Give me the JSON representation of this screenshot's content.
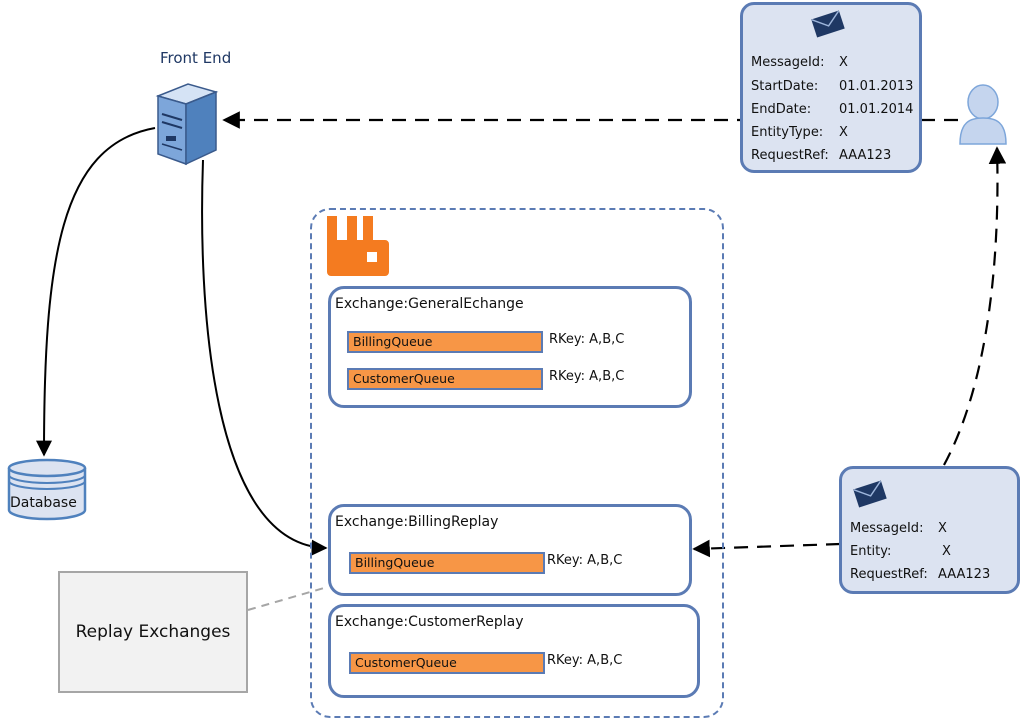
{
  "front_end": {
    "title": "Front End"
  },
  "database": {
    "label": "Database"
  },
  "request_message": {
    "fields": [
      {
        "key": "MessageId:",
        "value": "X"
      },
      {
        "key": "StartDate:",
        "value": "01.01.2013"
      },
      {
        "key": "EndDate:",
        "value": "01.01.2014"
      },
      {
        "key": "EntityType:",
        "value": "X"
      },
      {
        "key": "RequestRef:",
        "value": "AAA123"
      }
    ]
  },
  "replay_message": {
    "fields": [
      {
        "key": "MessageId:",
        "value": "X"
      },
      {
        "key": "Entity:",
        "value": "X"
      },
      {
        "key": "RequestRef:",
        "value": "AAA123"
      }
    ]
  },
  "exchanges": [
    {
      "title": "Exchange:GeneralEchange",
      "queues": [
        {
          "name": "BillingQueue",
          "rkey": "RKey: A,B,C"
        },
        {
          "name": "CustomerQueue",
          "rkey": "RKey: A,B,C"
        }
      ]
    },
    {
      "title": "Exchange:BillingReplay",
      "queues": [
        {
          "name": "BillingQueue",
          "rkey": "RKey: A,B,C"
        }
      ]
    },
    {
      "title": "Exchange:CustomerReplay",
      "queues": [
        {
          "name": "CustomerQueue",
          "rkey": "RKey: A,B,C"
        }
      ]
    }
  ],
  "replay_note": {
    "label": "Replay Exchanges"
  },
  "colors": {
    "accent_blue": "#5B7BB4",
    "queue_orange": "#F79646",
    "rabbitmq_orange": "#F47B20",
    "card_fill": "#DCE3F1"
  }
}
